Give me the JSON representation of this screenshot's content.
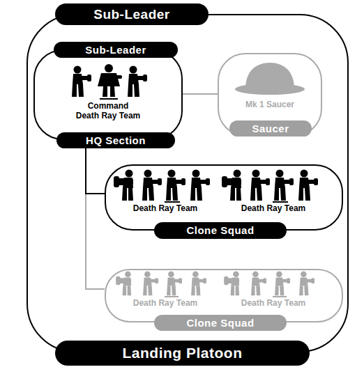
{
  "diagram": {
    "nodes": [
      {
        "text": [
          "Sub-Leader",
          "Landing Platoon"
        ]
      },
      {
        "text": [
          "Sub-Leader",
          "Command Death Ray Team",
          "HQ Section"
        ],
        "in": 0
      },
      {
        "text": [
          "Mk 1 Saucer",
          "Saucer"
        ],
        "in": 0
      },
      {
        "text": [
          "Death Ray Team",
          "Death Ray Team",
          "Clone Squad"
        ],
        "in": 0
      },
      {
        "text": [
          "Death Ray Team",
          "Death Ray Team",
          "Clone Squad"
        ],
        "in": 0
      }
    ],
    "edges": [
      {
        "from": 1,
        "to": 2,
        "arrow": "none"
      },
      {
        "from": 1,
        "to": 3,
        "arrow": "none"
      },
      {
        "from": 1,
        "to": 4,
        "arrow": "none"
      }
    ]
  }
}
